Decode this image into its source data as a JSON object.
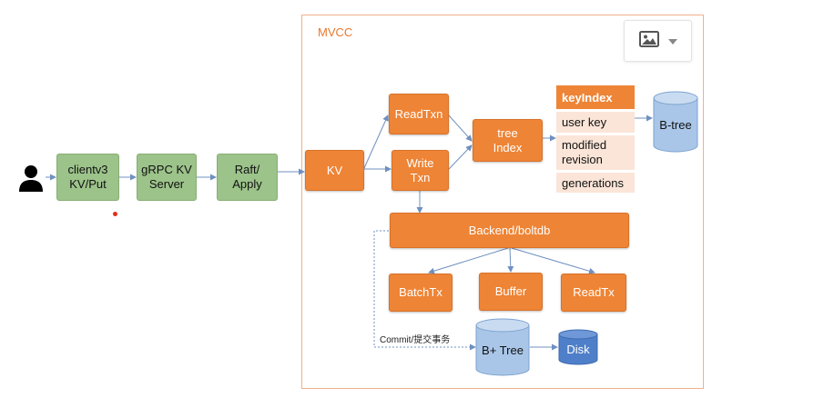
{
  "mvcc_label": "MVCC",
  "image_button": {
    "icon": "image-icon",
    "dropdown_icon": "chevron-down-icon"
  },
  "nodes": {
    "client": "clientv3\nKV/Put",
    "grpc": "gRPC KV\nServer",
    "raft": "Raft/\nApply",
    "kv": "KV",
    "readtxn": "ReadTxn",
    "writetxn": "Write\nTxn",
    "treeindex": "tree\nIndex",
    "backend": "Backend/boltdb",
    "batchtx": "BatchTx",
    "buffer": "Buffer",
    "readtx": "ReadTx"
  },
  "key_index": {
    "header": "keyIndex",
    "fields": [
      "user key",
      "modified\nrevision",
      "generations"
    ]
  },
  "cylinders": {
    "btree": "B-tree",
    "bplustree": "B+ Tree",
    "disk": "Disk"
  },
  "commit_label": "Commit/提交事务",
  "colors": {
    "orange": "#ee8435",
    "green": "#9cc38a",
    "light_blue": "#a9c6e8",
    "dark_blue": "#4f7fc9",
    "arrow": "#6f90c0"
  }
}
